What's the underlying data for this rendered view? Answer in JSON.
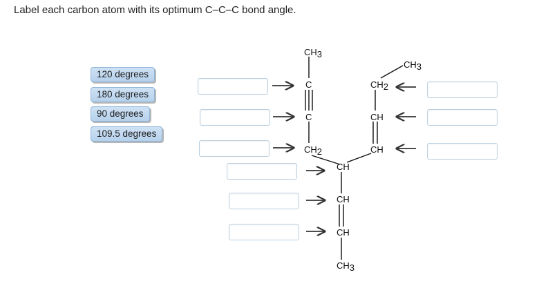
{
  "prompt": "Label each carbon atom with its optimum C–C–C bond angle.",
  "answer_chips": [
    {
      "label": "120 degrees"
    },
    {
      "label": "180 degrees"
    },
    {
      "label": "90 degrees"
    },
    {
      "label": "109.5 degrees"
    }
  ],
  "atoms": {
    "ch3_top_left": "CH",
    "ch3_top_left_sub": "3",
    "c_triple_1": "C",
    "c_triple_2": "C",
    "ch2_left": "CH",
    "ch2_left_sub": "2",
    "ch_branch": "CH",
    "ch_lower_1": "CH",
    "ch_lower_2": "CH",
    "ch3_bottom": "CH",
    "ch3_bottom_sub": "3",
    "ch3_top_right": "CH",
    "ch3_top_right_sub": "3",
    "ch2_right": "CH",
    "ch2_right_sub": "2",
    "ch_right_1": "CH",
    "ch_right_2": "CH"
  },
  "drop_targets": {
    "count": 9,
    "state": "empty"
  },
  "icons": {
    "left_targets": "arrow-right-icon",
    "right_targets": "arrow-left-icon"
  },
  "colors": {
    "chip_fill": "#c3daf0",
    "chip_border": "#8db4d9",
    "drop_border": "#b9cfe0"
  }
}
